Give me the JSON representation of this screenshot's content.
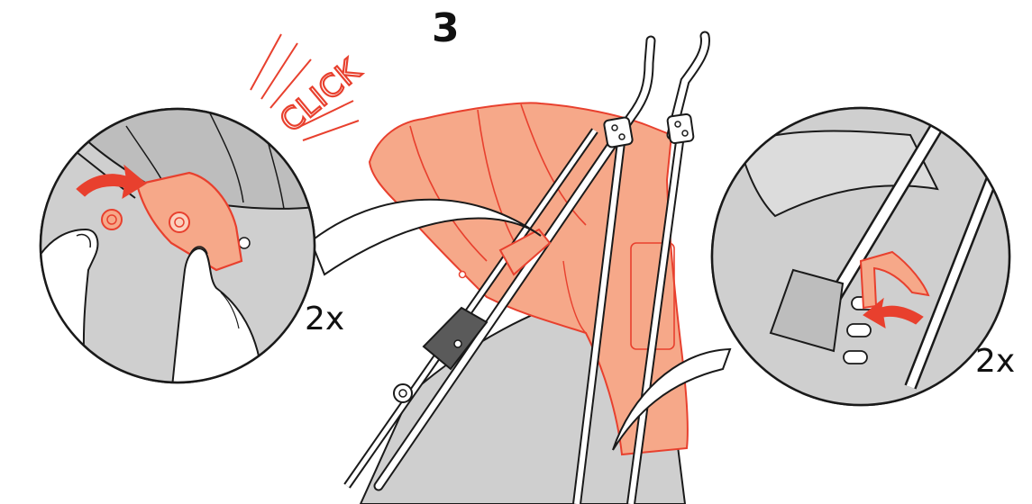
{
  "step": {
    "number": "3"
  },
  "callout_left": {
    "count": "2x",
    "sound_text": "CLICK"
  },
  "callout_right": {
    "count": "2x"
  },
  "colors": {
    "canopy_fill": "#f6a889",
    "accent_red": "#e8402e",
    "seat_gray": "#cfcfcf",
    "outline": "#1a1a1a"
  },
  "icons": [
    "curved-arrow-icon",
    "curved-arrow-icon"
  ]
}
